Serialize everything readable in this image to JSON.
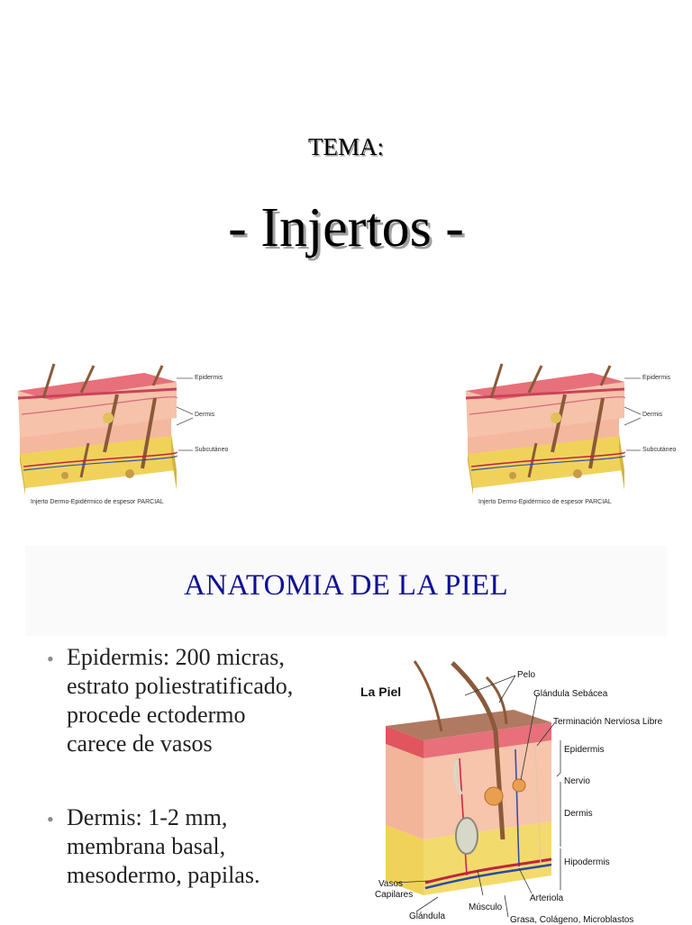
{
  "slide1": {
    "heading": "TEMA:",
    "title": "- Injertos -",
    "figures": [
      {
        "labels": {
          "epidermis": "Epidermis",
          "dermis": "Dermis",
          "subcutaneo": "Subcutáneo"
        },
        "caption": "Injerto Dermo-Epidérmico de espesor PARCIAL"
      },
      {
        "labels": {
          "epidermis": "Epidermis",
          "dermis": "Dermis",
          "subcutaneo": "Subcutáneo"
        },
        "caption": "Injerto Dermo-Epidérmico de espesor PARCIAL"
      }
    ]
  },
  "slide2": {
    "title": "ANATOMIA DE LA PIEL",
    "bullets": [
      {
        "line1": "Epidermis: 200 micras,",
        "line2": "estrato poliestratificado,",
        "line3": "procede ectodermo",
        "line4": "carece de vasos"
      },
      {
        "line1": "Dermis: 1-2 mm,",
        "line2": "membrana basal,",
        "line3": "mesodermo, papilas."
      }
    ],
    "bullet_symbol": "•",
    "diagram": {
      "title": "La Piel",
      "labels": {
        "pelo": "Pelo",
        "glandula_sebacea": "Glándula Sebácea",
        "terminacion": "Terminación Nerviosa Libre",
        "epidermis": "Epidermis",
        "nervio": "Nervio",
        "dermis": "Dermis",
        "hipodermis": "Hipodermis",
        "vasos": "Vasos",
        "capilares": "Capilares",
        "arteriola": "Arteriola",
        "musculo": "Músculo",
        "glandula": "Glándula",
        "grasa": "Grasa, Colágeno, Microblastos"
      }
    }
  },
  "colors": {
    "title_blue": "#101094",
    "epidermis": "#e8707a",
    "dermis": "#f2b9a0",
    "fat": "#f0d25a"
  }
}
